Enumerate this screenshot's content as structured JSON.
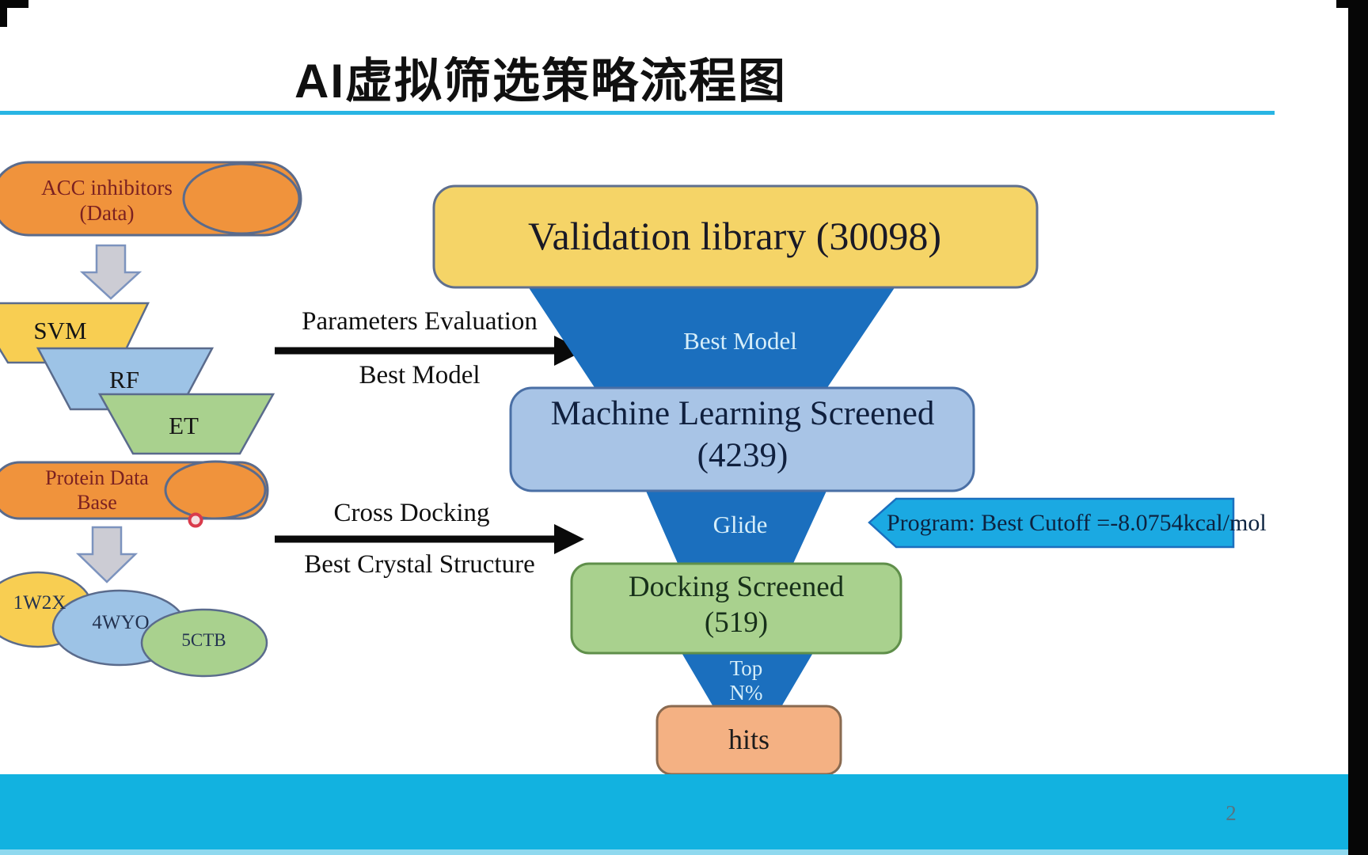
{
  "slide": {
    "title": "AI虚拟筛选策略流程图",
    "page_number": "2"
  },
  "left_flow": {
    "data_source": {
      "line1": "ACC inhibitors",
      "line2": "(Data)"
    },
    "models": [
      {
        "label": "SVM"
      },
      {
        "label": "RF"
      },
      {
        "label": "ET"
      }
    ],
    "protein_db": {
      "line1": "Protein Data",
      "line2": "Base"
    },
    "structures": [
      {
        "label": "1W2X"
      },
      {
        "label": "4WYO"
      },
      {
        "label": "5CTB"
      }
    ]
  },
  "transitions": [
    {
      "top": "Parameters Evaluation",
      "bottom": "Best Model"
    },
    {
      "top": "Cross Docking",
      "bottom": "Best Crystal Structure"
    }
  ],
  "funnel": {
    "stage1": {
      "label": "Validation library (30098)"
    },
    "segment1": {
      "label": "Best Model"
    },
    "stage2": {
      "line1": "Machine Learning Screened",
      "line2": "(4239)"
    },
    "segment2": {
      "label": "Glide"
    },
    "stage3": {
      "line1": "Docking Screened",
      "line2": "(519)"
    },
    "segment3": {
      "line1": "Top",
      "line2": "N%"
    },
    "stage4": {
      "label": "hits"
    },
    "callout": {
      "label": "Program: Best Cutoff =-8.0754kcal/mol"
    }
  },
  "colors": {
    "accent_cyan": "#12B2E0",
    "title_rule_cyan": "#29B5E4",
    "funnel_blue": "#1B6FBE",
    "callout_cyan": "#1BA9E2",
    "orange": "#F0933C",
    "yellow": "#F8CE52",
    "stage_yellow": "#F5D467",
    "light_blue": "#9DC3E6",
    "stage_light_blue": "#A8C4E6",
    "green": "#A9D18E",
    "salmon": "#F4B183",
    "maroon_text": "#7B2121",
    "cursor_red": "#D93B4B"
  }
}
